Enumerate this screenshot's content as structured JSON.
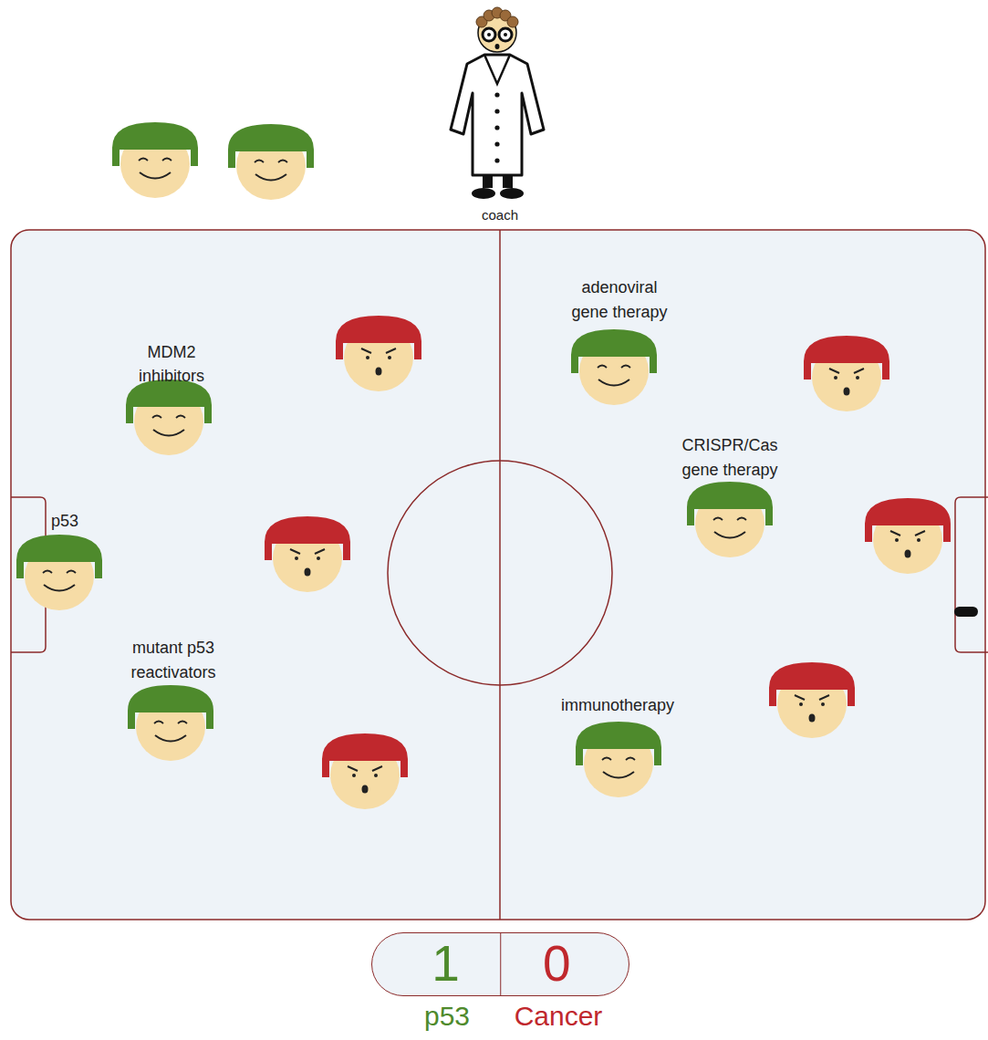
{
  "diagram": {
    "nodes": [
      {
        "text": [
          "1",
          "0"
        ]
      }
    ],
    "labels": [
      "coach",
      "MDM2 inhibitors",
      "p53",
      "mutant p53 reactivators",
      "adenoviral gene therapy",
      "CRISPR/Cas gene therapy",
      "immunotherapy",
      "p53",
      "Cancer"
    ]
  }
}
